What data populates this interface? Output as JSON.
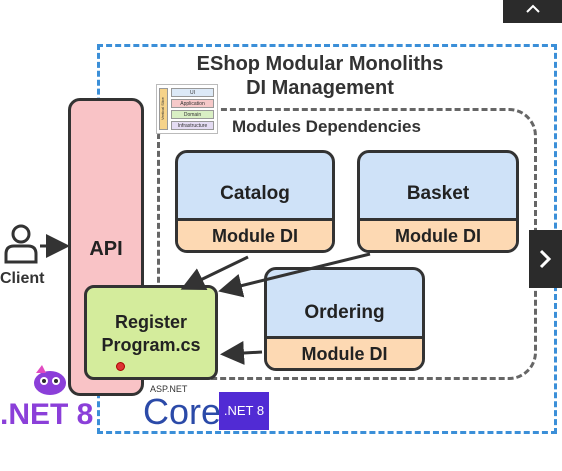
{
  "title": {
    "line1": "EShop Modular Monoliths",
    "line2": "DI Management"
  },
  "modules_label": "Modules Dependencies",
  "api_label": "API",
  "client_label": "Client",
  "modules": [
    {
      "name": "Catalog",
      "di_label": "Module DI"
    },
    {
      "name": "Basket",
      "di_label": "Module DI"
    },
    {
      "name": "Ordering",
      "di_label": "Module DI"
    }
  ],
  "register": {
    "line1": "Register",
    "line2": "Program.cs"
  },
  "layer_thumbnail": {
    "layers": [
      "UI",
      "Application",
      "Domain",
      "Infrastructure"
    ],
    "side_label": "Vertical Slice"
  },
  "logos": {
    "net8_text": ".NET 8",
    "aspnet_label": "ASP.NET",
    "core_text": "Core",
    "net8_badge": ".NET 8"
  },
  "colors": {
    "outer_border": "#3b8fd8",
    "api_fill": "#f9c3c6",
    "module_fill": "#cfe2f8",
    "module_di_fill": "#fdd9b3",
    "register_fill": "#d4ec9c",
    "net8_purple": "#512bd4"
  },
  "icons": {
    "client": "user-icon",
    "next": "chevron-right-icon"
  }
}
